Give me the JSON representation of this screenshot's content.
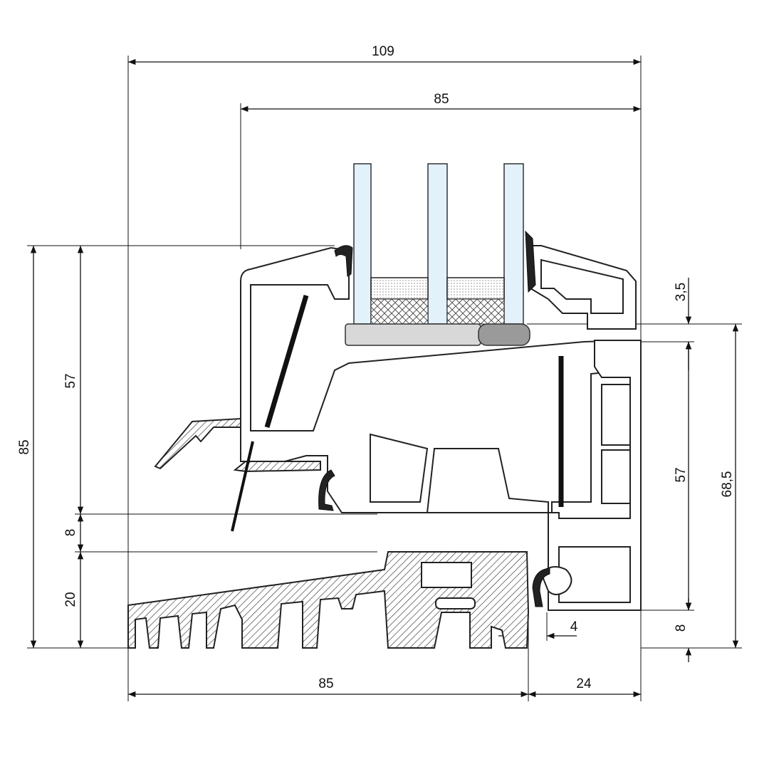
{
  "drawing": {
    "dimensions": {
      "overall_width": "109",
      "sash_width": "85",
      "overall_height": "85",
      "left_upper": "57",
      "left_middle": "8",
      "left_lower": "20",
      "bottom_frame": "85",
      "bottom_right": "24",
      "right_sash": "57",
      "right_total": "68,5",
      "right_gap": "3,5",
      "right_bottom": "8",
      "offset": "4"
    },
    "colors": {
      "glass": "#e3f1fb",
      "gasket": "#222222",
      "spacer": "#9a9a9a"
    }
  }
}
